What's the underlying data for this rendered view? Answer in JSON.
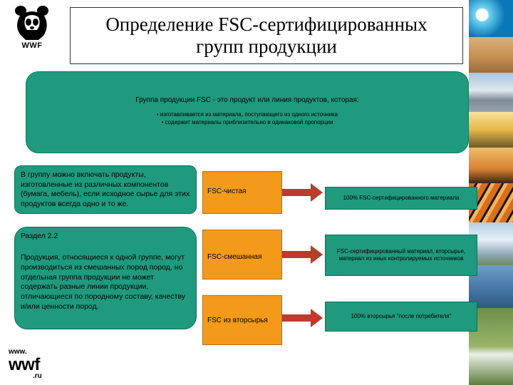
{
  "logo": {
    "text": "WWF"
  },
  "title": "Определение FSC-сертифицированных групп продукции",
  "definition": {
    "heading": "Группа продукции FSC - это продукт или линия продуктов, которая:",
    "bullet1": "• изготавливается из материала, поступающего из одного источника",
    "bullet2": "• содержит материалы приблизительно в одинаковой пропорции"
  },
  "left_box_1": "В группу можно включать продукты, изготовленные из различных компонентов (бумага, мебель), если исходное сырье для этих продуктов всегда одно и то же.",
  "left_box_2": {
    "heading": "Раздел 2.2",
    "text": "Продукция, относящиеся к одной группе, могут производиться из смешанных пород пород, но отдельная группа продукции не может содержать разные линии продукции, отличающиеся по породному составу, качеству и/или ценности пород."
  },
  "categories": [
    {
      "label": "FSC-чистая",
      "description": "100% FSC-сертифицированного материала"
    },
    {
      "label": "FSC-смешанная",
      "description": "FSC-сертифицированный материал, вторсырье, материал из иных контролируемых источников"
    },
    {
      "label": "FSC из вторсырья",
      "description": "100% вторсырья \"после потребителя\""
    }
  ],
  "bottom_logo": {
    "line1": "www.",
    "line2": "wwf",
    "line3": ".ru"
  },
  "colors": {
    "green": "#1f9a7e",
    "orange": "#f39a1b",
    "arrow": "#c0392b"
  }
}
